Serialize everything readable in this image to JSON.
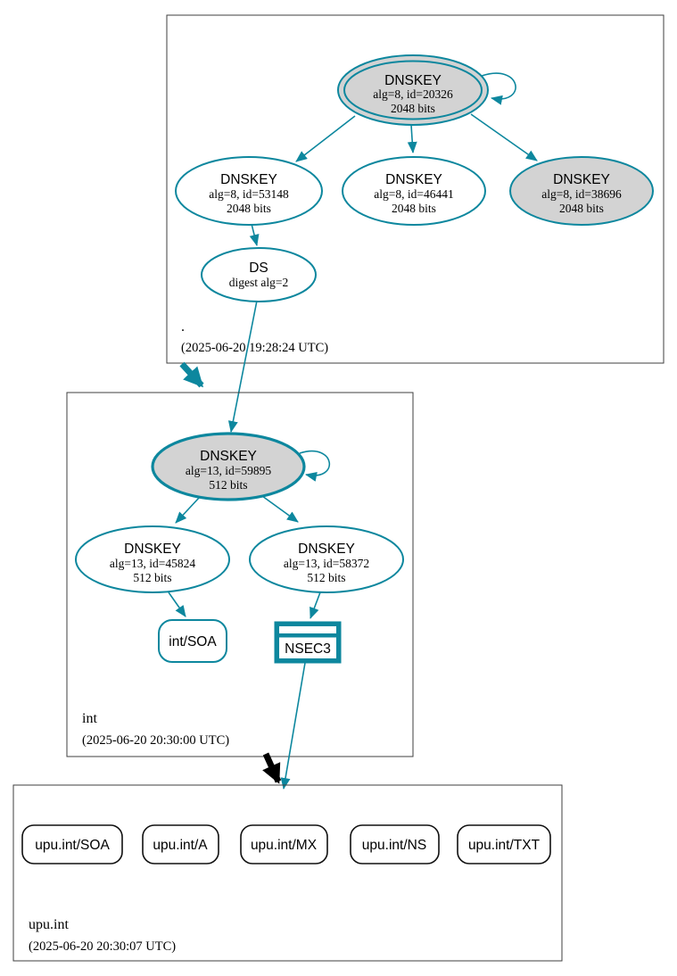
{
  "colors": {
    "secure_teal": "#0d879e",
    "node_fill_gray": "#d3d3d3",
    "node_fill_white": "#ffffff",
    "zone_border_gray": "#3f3f3f",
    "rrset_border_black": "#101010",
    "text_black": "#000000"
  },
  "zones": {
    "root": {
      "name": ".",
      "timestamp": "(2025-06-20 19:28:24 UTC)"
    },
    "int": {
      "name": "int",
      "timestamp": "(2025-06-20 20:30:00 UTC)"
    },
    "upu_int": {
      "name": "upu.int",
      "timestamp": "(2025-06-20 20:30:07 UTC)"
    }
  },
  "nodes": {
    "root_ksk_20326": {
      "type": "DNSKEY",
      "detail1": "alg=8, id=20326",
      "detail2": "2048 bits"
    },
    "root_dnskey_53148": {
      "type": "DNSKEY",
      "detail1": "alg=8, id=53148",
      "detail2": "2048 bits"
    },
    "root_dnskey_46441": {
      "type": "DNSKEY",
      "detail1": "alg=8, id=46441",
      "detail2": "2048 bits"
    },
    "root_dnskey_38696": {
      "type": "DNSKEY",
      "detail1": "alg=8, id=38696",
      "detail2": "2048 bits"
    },
    "root_ds": {
      "type": "DS",
      "detail1": "digest alg=2"
    },
    "int_ksk_59895": {
      "type": "DNSKEY",
      "detail1": "alg=13, id=59895",
      "detail2": "512 bits"
    },
    "int_dnskey_45824": {
      "type": "DNSKEY",
      "detail1": "alg=13, id=45824",
      "detail2": "512 bits"
    },
    "int_dnskey_58372": {
      "type": "DNSKEY",
      "detail1": "alg=13, id=58372",
      "detail2": "512 bits"
    },
    "int_soa": {
      "label": "int/SOA"
    },
    "int_nsec3": {
      "label": "NSEC3"
    },
    "upu_soa": {
      "label": "upu.int/SOA"
    },
    "upu_a": {
      "label": "upu.int/A"
    },
    "upu_mx": {
      "label": "upu.int/MX"
    },
    "upu_ns": {
      "label": "upu.int/NS"
    },
    "upu_txt": {
      "label": "upu.int/TXT"
    }
  }
}
